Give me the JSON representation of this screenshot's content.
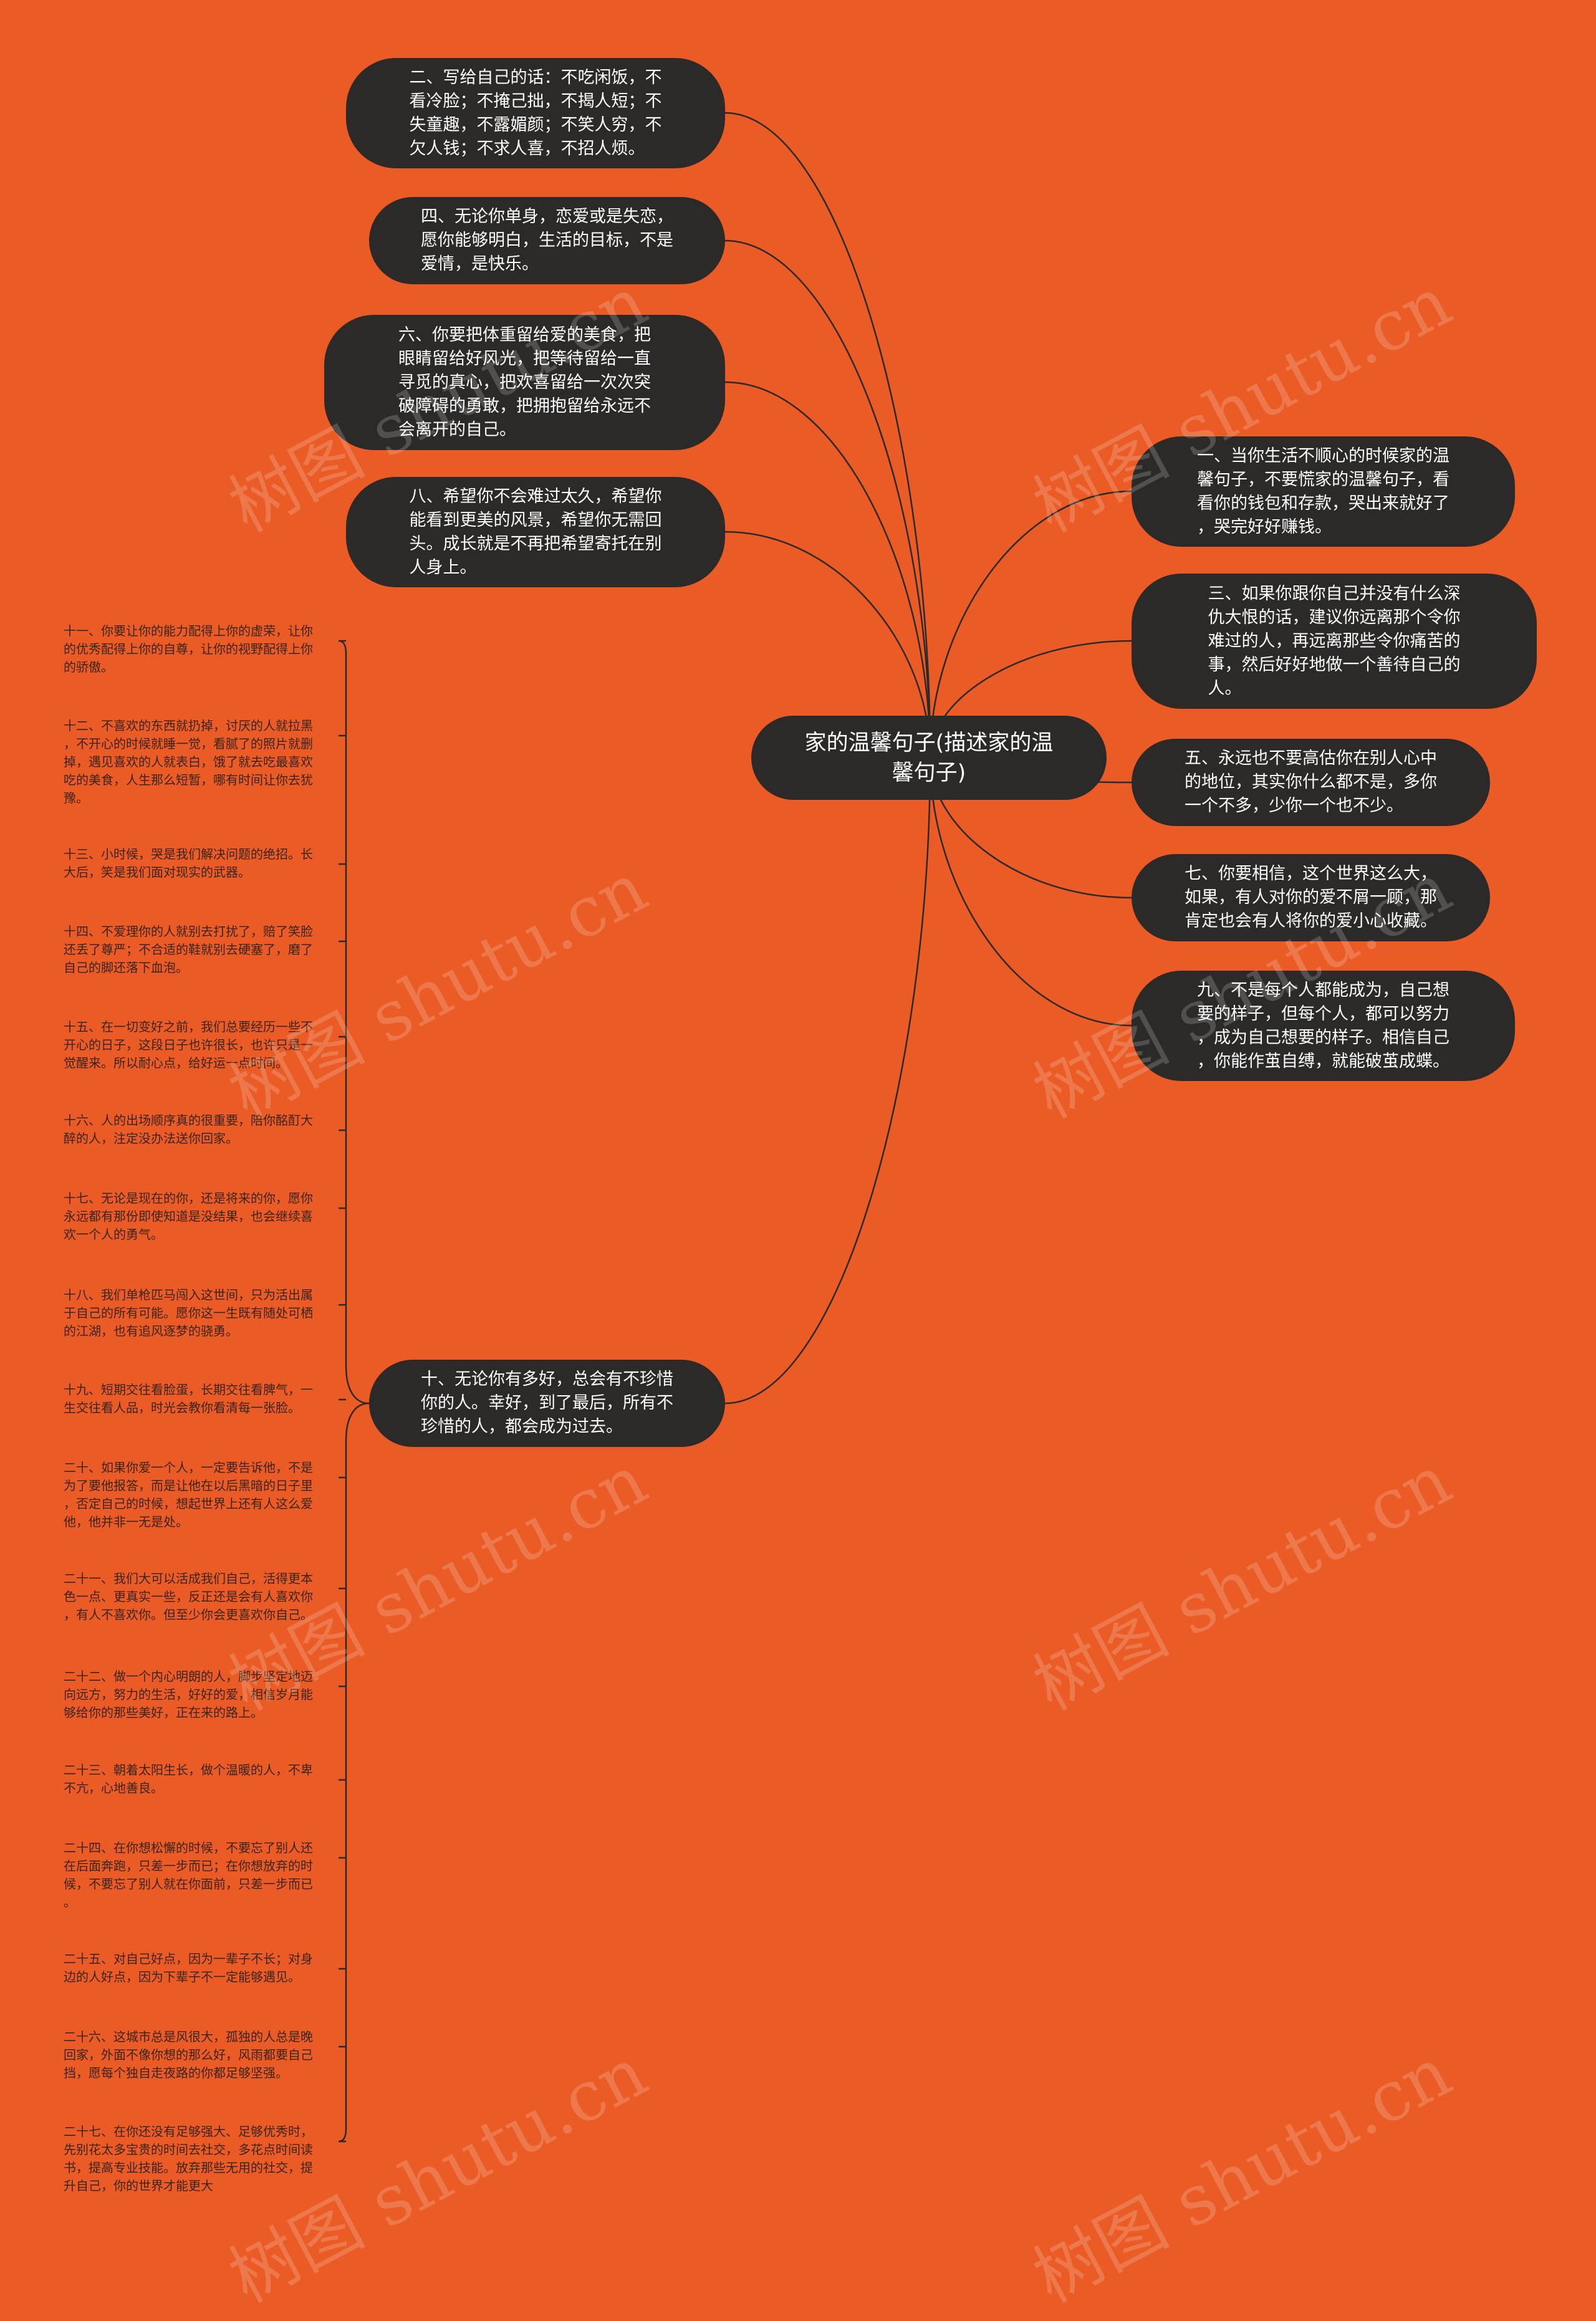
{
  "root": {
    "label": "家的温馨句子(描述家的温\n馨句子)"
  },
  "branches_left": [
    "二、写给自己的话：不吃闲饭，不\n看冷脸；不掩己拙，不揭人短；不\n失童趣，不露媚颜；不笑人穷，不\n欠人钱；不求人喜，不招人烦。",
    "四、无论你单身，恋爱或是失恋，\n愿你能够明白，生活的目标，不是\n爱情，是快乐。",
    "六、你要把体重留给爱的美食，把\n眼睛留给好风光，把等待留给一直\n寻觅的真心，把欢喜留给一次次突\n破障碍的勇敢，把拥抱留给永远不\n会离开的自己。",
    "八、希望你不会难过太久，希望你\n能看到更美的风景，希望你无需回\n头。成长就是不再把希望寄托在别\n人身上。",
    "十、无论你有多好，总会有不珍惜\n你的人。幸好，到了最后，所有不\n珍惜的人，都会成为过去。"
  ],
  "branches_right": [
    "一、当你生活不顺心的时候家的温\n馨句子，不要慌家的温馨句子，看\n看你的钱包和存款，哭出来就好了\n，哭完好好赚钱。",
    "三、如果你跟你自己并没有什么深\n仇大恨的话，建议你远离那个令你\n难过的人，再远离那些令你痛苦的\n事，然后好好地做一个善待自己的\n人。",
    "五、永远也不要高估你在别人心中\n的地位，其实你什么都不是，多你\n一个不多，少你一个也不少。",
    "七、你要相信，这个世界这么大，\n如果，有人对你的爱不屑一顾，那\n肯定也会有人将你的爱小心收藏。",
    "九、不是每个人都能成为，自己想\n要的样子，但每个人，都可以努力\n，成为自己想要的样子。相信自己\n，你能作茧自缚，就能破茧成蝶。"
  ],
  "leaves": [
    "十一、你要让你的能力配得上你的虚荣，让你\n的优秀配得上你的自尊，让你的视野配得上你\n的骄傲。",
    "十二、不喜欢的东西就扔掉，讨厌的人就拉黑\n，不开心的时候就睡一觉，看腻了的照片就删\n掉，遇见喜欢的人就表白，饿了就去吃最喜欢\n吃的美食，人生那么短暂，哪有时间让你去犹\n豫。",
    "十三、小时候，哭是我们解决问题的绝招。长\n大后，笑是我们面对现实的武器。",
    "十四、不爱理你的人就别去打扰了，赔了笑脸\n还丢了尊严；不合适的鞋就别去硬塞了，磨了\n自己的脚还落下血泡。",
    "十五、在一切变好之前，我们总要经历一些不\n开心的日子，这段日子也许很长，也许只是一\n觉醒来。所以耐心点，给好运一点时间。",
    "十六、人的出场顺序真的很重要，陪你酩酊大\n醉的人，注定没办法送你回家。",
    "十七、无论是现在的你，还是将来的你，愿你\n永远都有那份即使知道是没结果，也会继续喜\n欢一个人的勇气。",
    "十八、我们单枪匹马闯入这世间，只为活出属\n于自己的所有可能。愿你这一生既有随处可栖\n的江湖，也有追风逐梦的骁勇。",
    "十九、短期交往看脸蛋，长期交往看脾气，一\n生交往看人品，时光会教你看清每一张脸。",
    "二十、如果你爱一个人，一定要告诉他，不是\n为了要他报答，而是让他在以后黑暗的日子里\n，否定自己的时候，想起世界上还有人这么爱\n他，他并非一无是处。",
    "二十一、我们大可以活成我们自己，活得更本\n色一点、更真实一些，反正还是会有人喜欢你\n，有人不喜欢你。但至少你会更喜欢你自己。",
    "二十二、做一个内心明朗的人，脚步坚定地迈\n向远方，努力的生活，好好的爱，相信岁月能\n够给你的那些美好，正在来的路上。",
    "二十三、朝着太阳生长，做个温暖的人，不卑\n不亢，心地善良。",
    "二十四、在你想松懈的时候，不要忘了别人还\n在后面奔跑，只差一步而已；在你想放弃的时\n候，不要忘了别人就在你面前，只差一步而已\n。",
    "二十五、对自己好点，因为一辈子不长；对身\n边的人好点，因为下辈子不一定能够遇见。",
    "二十六、这城市总是风很大，孤独的人总是晚\n回家，外面不像你想的那么好，风雨都要自己\n挡，愿每个独自走夜路的你都足够坚强。",
    "二十七、在你还没有足够强大、足够优秀时，\n先别花太多宝贵的时间去社交，多花点时间读\n书，提高专业技能。放弃那些无用的社交，提\n升自己，你的世界才能更大"
  ],
  "watermark": "树图 shutu.cn",
  "colors": {
    "background": "#ea5b25",
    "node": "#2b2a29",
    "edge": "#2b2a29",
    "text": "#ffffff"
  }
}
